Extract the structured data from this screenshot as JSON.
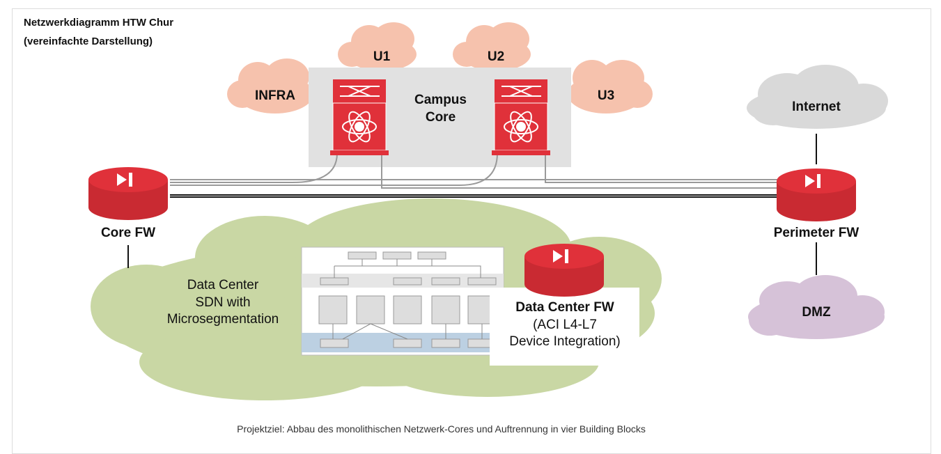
{
  "title": {
    "line1": "Netzwerkdiagramm HTW Chur",
    "line2": "(vereinfachte Darstellung)"
  },
  "clouds": {
    "u1": "U1",
    "u2": "U2",
    "u3": "U3",
    "infra": "INFRA",
    "internet": "Internet",
    "dmz": "DMZ"
  },
  "campus_core": {
    "line1": "Campus",
    "line2": "Core"
  },
  "firewalls": {
    "core": "Core FW",
    "perimeter": "Perimeter FW",
    "datacenter": {
      "line1": "Data Center FW",
      "line2": "(ACI L4-L7",
      "line3": "Device Integration)"
    }
  },
  "datacenter_cloud": {
    "line1": "Data Center",
    "line2": "SDN with",
    "line3": "Microsegmentation"
  },
  "caption": "Projektziel: Abbau des monolithischen Netzwerk-Cores und Auftrennung in vier Building Blocks",
  "colors": {
    "red": "#e0313a",
    "salmon_cloud": "#f6c2ad",
    "grey_cloud": "#d9d9d9",
    "green_cloud": "#c9d7a4",
    "purple_cloud": "#d6c2d8",
    "core_box": "#e1e1e1"
  }
}
